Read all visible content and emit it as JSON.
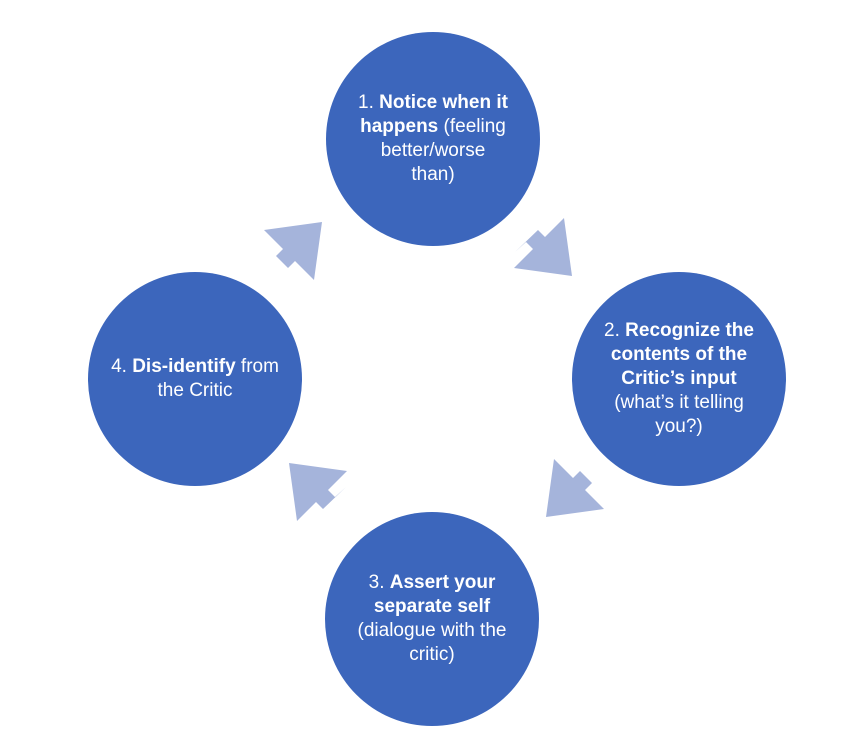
{
  "colors": {
    "node_fill": "#3C66BC",
    "arrow_fill": "#A5B4DB",
    "text": "#FFFFFF"
  },
  "nodes": [
    {
      "bold": "Notice when it happens",
      "prefix": "1. ",
      "rest": " (feeling better/worse than)"
    },
    {
      "bold": "Recognize the contents of the Critic’s input",
      "prefix": "2. ",
      "rest": " (what’s it telling you?)"
    },
    {
      "bold": "Assert  your separate self",
      "prefix": "3. ",
      "rest": " (dialogue with the critic)"
    },
    {
      "bold": "Dis-identify",
      "prefix": "4. ",
      "rest": " from the Critic"
    }
  ]
}
